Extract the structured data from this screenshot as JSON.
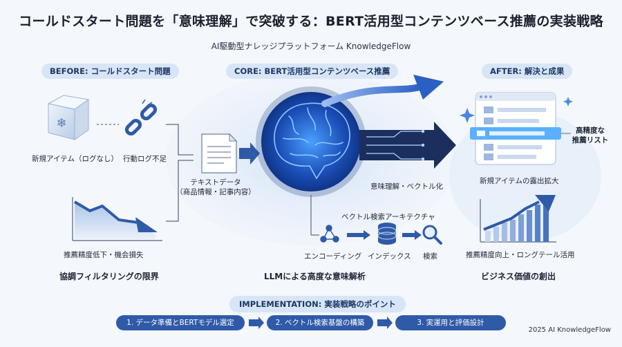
{
  "title": "コールドスタート問題を「意味理解」で突破する：BERT活用型コンテンツベース推薦の実装戦略",
  "subtitle": "AI駆動型ナレッジプラットフォーム KnowledgeFlow",
  "before": {
    "header": "BEFORE: コールドスタート問題",
    "new_item_label": "新規アイテム（ログなし）",
    "no_log_label": "行動ログ不足",
    "decline_label": "推薦精度低下・機会損失",
    "summary": "協調フィルタリングの限界"
  },
  "core": {
    "header": "CORE: BERT活用型コンテンツベース推薦",
    "text_data_label": "テキストデータ",
    "text_data_sub": "（商品情報・記事内容）",
    "vector_label": "意味理解・ベクトル化",
    "arch_label": "ベクトル検索アーキテクチャ",
    "encoding_label": "エンコーディング",
    "index_label": "インデックス",
    "search_label": "検索",
    "summary": "LLMによる高度な意味解析"
  },
  "after": {
    "header": "AFTER: 解決と成果",
    "list_label": "高精度な\n推薦リスト",
    "exposure_label": "新規アイテムの露出拡大",
    "growth_label": "推薦精度向上・ロングテール活用",
    "summary": "ビジネス価値の創出"
  },
  "implementation": {
    "header": "IMPLEMENTATION: 実装戦略のポイント",
    "steps": [
      "1. データ準備とBERTモデル選定",
      "2. ベクトル検索基盤の構築",
      "3. 実運用と評価設計"
    ]
  },
  "footer": "2025 AI KnowledgeFlow",
  "colors": {
    "accent": "#2f5aa8",
    "pill_bg": "#d7e5f7",
    "brain_glow": "#3d8cff"
  }
}
